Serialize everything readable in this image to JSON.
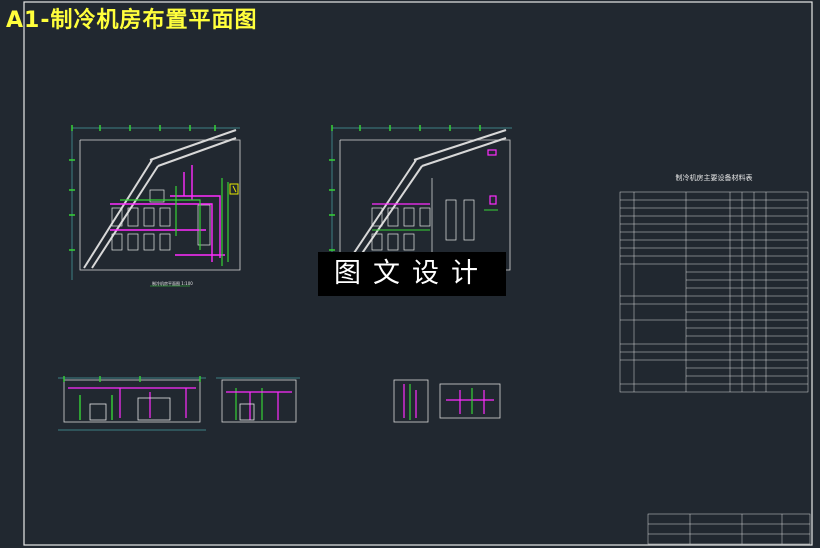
{
  "title": "A1-制冷机房布置平面图",
  "watermark": "图文设计",
  "schedule_title": "制冷机房主要设备材料表",
  "colors": {
    "background": "#212830",
    "frame": "#e8e8e8",
    "title_text": "#ffff3c",
    "pipe_magenta": "#ff2cff",
    "pipe_green": "#36d336",
    "note_yellow": "#e8e800",
    "dimension_cyan": "#5ad7d7"
  }
}
